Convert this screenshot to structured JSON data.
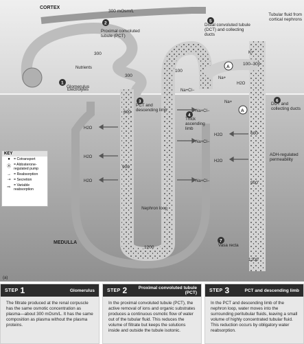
{
  "labels": {
    "cortex": "CORTEX",
    "medulla": "MEDULLA",
    "osm_top": "300 mOsm/L",
    "tubular_fluid": "Tubular fluid from cortical nephrons",
    "glomerulus": "Glomerulus",
    "pct": "Proximal convoluted tubule (PCT)",
    "dct_ducts": "Distal convoluted tubule (DCT) and collecting ducts",
    "nutrients": "Nutrients",
    "electrolytes": "Electrolytes",
    "pct_limb": "PCT and descending limb",
    "thick_limb": "Thick ascending limb",
    "dct_collecting": "DCT and collecting ducts",
    "adh": "ADH-regulated permeability",
    "nephron_loop": "Nephron loop",
    "vasa_recta": "Vasa recta",
    "figure_tag": "(a)",
    "nums": {
      "n300a": "300",
      "n300b": "300",
      "n600a": "600",
      "n900a": "900",
      "n1200a": "1200",
      "n100": "100",
      "n100_300": "100–300",
      "n600b": "600",
      "n900b": "900",
      "n1200b": "1200"
    },
    "ions": {
      "h2o": "H2O",
      "nacl": "Na+Cl−",
      "na": "Na+",
      "k": "K+"
    },
    "badges": [
      "1",
      "2",
      "3",
      "4",
      "5",
      "6",
      "7"
    ]
  },
  "key": {
    "title": "KEY",
    "items": [
      {
        "symbol": "●",
        "label": "= Cotransport"
      },
      {
        "symbol": "Ⓐ",
        "label": "= Aldosterone-regulated pump"
      },
      {
        "symbol": "→",
        "label": "= Reabsorption"
      },
      {
        "symbol": "⇢",
        "label": "= Secretion"
      },
      {
        "symbol": "⇨",
        "label": "= Variable reabsorption"
      }
    ]
  },
  "steps": [
    {
      "label": "STEP",
      "number": "1",
      "title": "Glomerulus",
      "body": "The filtrate produced at the renal corpuscle has the same osmotic concentration as plasma—about 300 mOsm/L. It has the same composition as plasma without the plasma proteins."
    },
    {
      "label": "STEP",
      "number": "2",
      "title": "Proximal convoluted tubule (PCT)",
      "body": "In the proximal convoluted tubule (PCT), the active removal of ions and organic substrates produces a continuous osmotic flow of water out of the tubular fluid. This reduces the volume of filtrate but keeps the solutions inside and outside the tubule isotonic."
    },
    {
      "label": "STEP",
      "number": "3",
      "title": "PCT and descending limb",
      "body": "In the PCT and descending limb of the nephron loop, water moves into the surrounding peritubular fluids, leaving a small volume of highly concentrated tubular fluid. This reduction occurs by obligatory water reabsorption."
    }
  ]
}
